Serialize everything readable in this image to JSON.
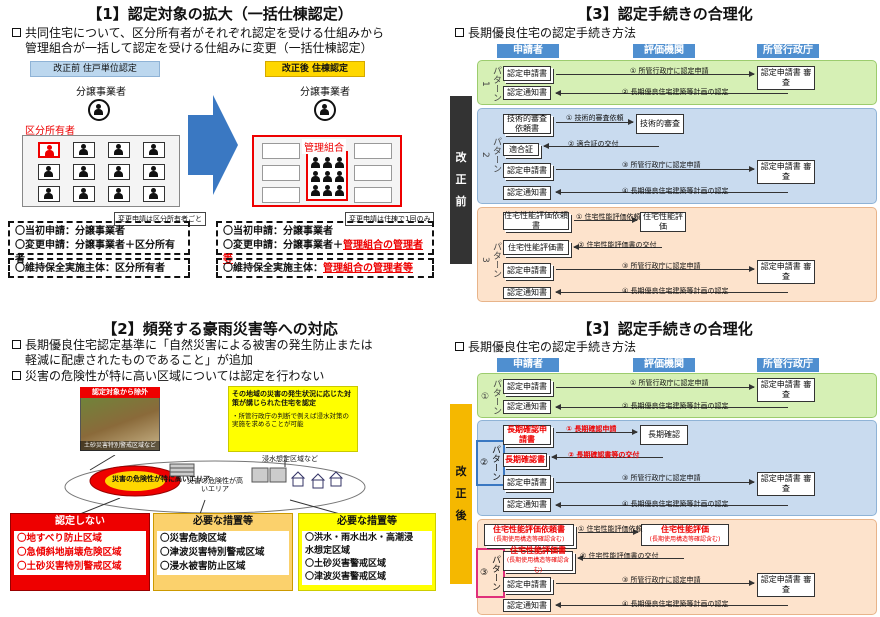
{
  "s1": {
    "title": "【1】認定対象の拡大（一括仕棟認定）",
    "bullet1": "共同住宅について、区分所有者がそれぞれ認定を受ける仕組みから",
    "bullet2": "管理組合が一括して認定を受ける仕組みに変更（一括仕棟認定）",
    "before_tag": "改正前  住戸単位認定",
    "after_tag": "改正後  住棟認定",
    "developer": "分譲事業者",
    "owner_label": "区分所有者",
    "assoc_label": "管理組合",
    "before": {
      "callout": "変更申請は区分所有者ごと",
      "l1": "〇当初申請：分譲事業者",
      "l2": "〇変更申請：分譲事業者＋区分所有者",
      "l3": "〇維持保全実施主体：区分所有者"
    },
    "after": {
      "callout": "変更申請は住棟で1回のみ",
      "l1": "〇当初申請：分譲事業者",
      "l2a": "〇変更申請：分譲事業者＋",
      "l2b": "管理組合の管理者等",
      "l3a": "〇維持保全実施主体：",
      "l3b": "管理組合の管理者等"
    }
  },
  "s2": {
    "title": "【2】頻発する豪雨災害等への対応",
    "bullet1": "長期優良住宅認定基準に「自然災害による被害の発生防止または",
    "bullet2": "軽減に配慮されたものであること」が追加",
    "bullet3": "災害の危険性が特に高い区域については認定を行わない",
    "photo_label": "認定対象から除外",
    "photo_caption": "土砂災害特別警戒区域など",
    "yellow_title": "その地域の災害の発生状況に応じた対策が講じられた住宅を認定",
    "yellow_note": "・所管行政庁の判断で例えば浸水対策の実施を求めることが可能",
    "flood_label": "浸水想定区域など",
    "high_risk": "災害の危険性が特に高いエリア",
    "risk": "災害の危険性が高いエリア",
    "cat1": {
      "title": "認定しない",
      "items": [
        "〇地すべり防止区域",
        "〇急傾斜地崩壊危険区域",
        "〇土砂災害特別警戒区域"
      ]
    },
    "cat2": {
      "title": "必要な措置等",
      "items": [
        "〇災害危険区域",
        "〇津波災害特別警戒区域",
        "〇浸水被害防止区域"
      ]
    },
    "cat3": {
      "title": "必要な措置等",
      "items": [
        "〇洪水・雨水出水・高潮浸",
        "水想定区域",
        "〇土砂災害警戒区域",
        "〇津波災害警戒区域"
      ]
    }
  },
  "s3": {
    "title": "【3】認定手続きの合理化",
    "bullet": "長期優良住宅の認定手続き方法",
    "headers": [
      "申請者",
      "評価機関",
      "所管行政庁"
    ],
    "before_side": [
      "改",
      "正",
      "前"
    ],
    "after_side": [
      "改",
      "正",
      "後"
    ],
    "pattern1": "パターン1",
    "pattern2": "パターン2",
    "pattern3": "パターン3",
    "pattern1b": "パターン①",
    "pattern2b": "パターン②",
    "pattern3b": "パターン③",
    "app_doc": "認定申請書",
    "notice": "認定通知書",
    "gov_review": "認定申請書 審査",
    "step_apply": "① 所管行政庁に認定申請",
    "step_notice1": "② 長期優良住宅建築等計画の認定",
    "tech_req": "技術的審査依頼書",
    "tech_review": "技術的審査",
    "conformity": "適合証",
    "s_tech_req": "① 技術的審査依頼",
    "s_conf": "② 適合証の交付",
    "s_apply3": "③ 所管行政庁に認定申請",
    "s_notice4": "④ 長期優良住宅建築等計画の認定",
    "perf_req": "住宅性能評価依頼書",
    "perf_eval": "住宅性能評価",
    "perf_cert": "住宅性能評価書",
    "s_perf_req": "① 住宅性能評価依頼",
    "s_perf_cert": "② 住宅性能評価書の交付",
    "new_check_req": "長期確認申請書",
    "new_check": "長期確認",
    "new_check_doc": "長期確認書",
    "s_new_req": "① 長期確認申請",
    "s_new_doc": "② 長期確認書等の交付",
    "perf_req_b": "住宅性能評価依頼書",
    "perf_req_b_sub": "(長期使用構造等確認含む)",
    "perf_eval_b": "住宅性能評価",
    "perf_eval_b_sub": "(長期使用構造等確認含む)",
    "perf_cert_b": "住宅性能評価書",
    "perf_cert_b_sub": "(長期使用構造等確認含む)"
  }
}
